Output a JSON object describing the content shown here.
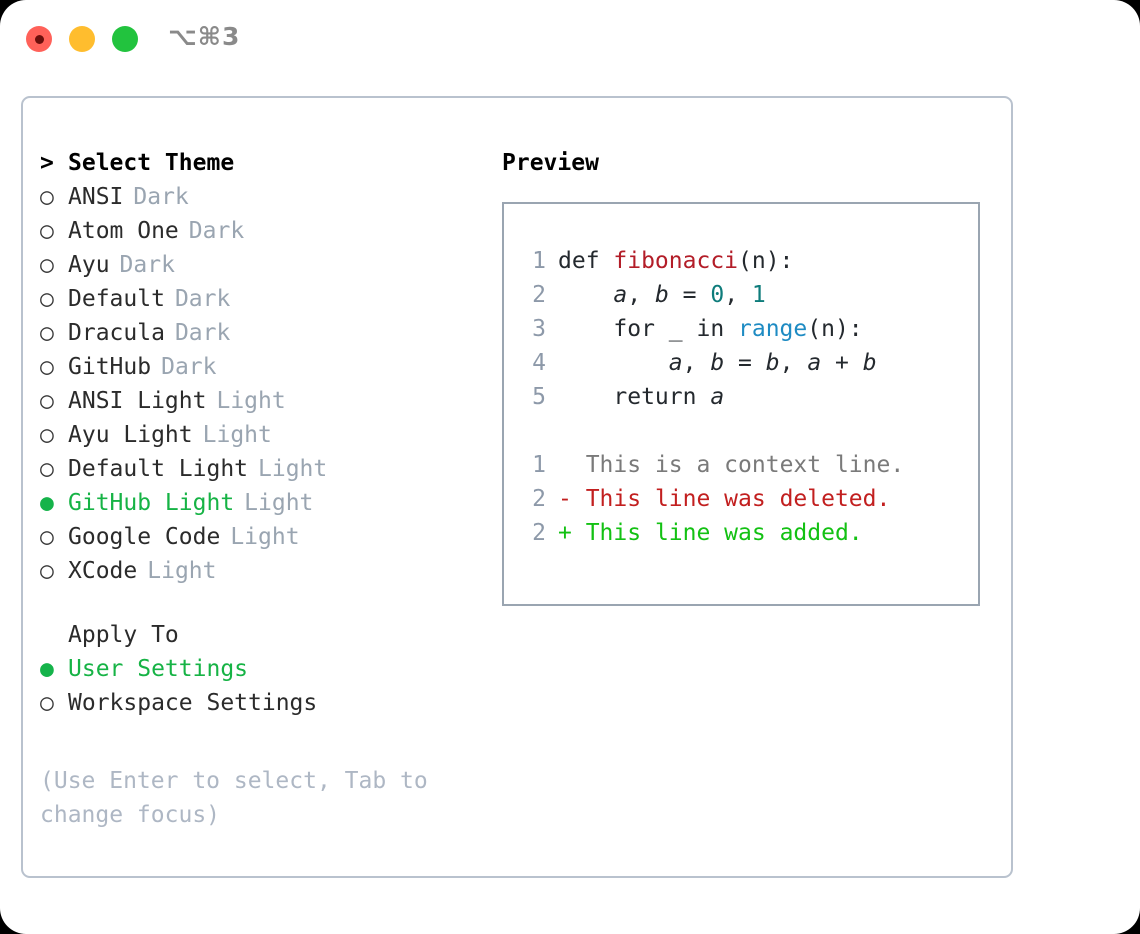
{
  "titlebar": {
    "shortcut": "⌥⌘3",
    "lights": [
      "red",
      "yellow",
      "green"
    ]
  },
  "left": {
    "header": {
      "caret": ">",
      "title": "Select Theme"
    },
    "marker_unselected": "○",
    "marker_selected": "●",
    "themes": [
      {
        "name": "ANSI",
        "variant": "Dark",
        "selected": false
      },
      {
        "name": "Atom One",
        "variant": "Dark",
        "selected": false
      },
      {
        "name": "Ayu",
        "variant": "Dark",
        "selected": false
      },
      {
        "name": "Default",
        "variant": "Dark",
        "selected": false
      },
      {
        "name": "Dracula",
        "variant": "Dark",
        "selected": false
      },
      {
        "name": "GitHub",
        "variant": "Dark",
        "selected": false
      },
      {
        "name": "ANSI Light",
        "variant": "Light",
        "selected": false
      },
      {
        "name": "Ayu Light",
        "variant": "Light",
        "selected": false
      },
      {
        "name": "Default Light",
        "variant": "Light",
        "selected": false
      },
      {
        "name": "GitHub Light",
        "variant": "Light",
        "selected": true
      },
      {
        "name": "Google Code",
        "variant": "Light",
        "selected": false
      },
      {
        "name": "XCode",
        "variant": "Light",
        "selected": false
      }
    ],
    "apply_to": {
      "heading": "Apply To",
      "options": [
        {
          "name": "User Settings",
          "selected": true
        },
        {
          "name": "Workspace Settings",
          "selected": false
        }
      ]
    },
    "hint": "(Use Enter to select, Tab to change focus)"
  },
  "right": {
    "label": "Preview",
    "code": [
      {
        "no": "1",
        "segments": [
          {
            "text": "def ",
            "cls": "code-text"
          },
          {
            "text": "fibonacci",
            "cls": "tok-fn"
          },
          {
            "text": "(n):",
            "cls": "code-text"
          }
        ]
      },
      {
        "no": "2",
        "segments": [
          {
            "text": "    ",
            "cls": "code-text"
          },
          {
            "text": "a",
            "cls": "tok-var"
          },
          {
            "text": ", ",
            "cls": "code-text"
          },
          {
            "text": "b",
            "cls": "tok-var"
          },
          {
            "text": " = ",
            "cls": "code-text"
          },
          {
            "text": "0",
            "cls": "tok-num"
          },
          {
            "text": ", ",
            "cls": "code-text"
          },
          {
            "text": "1",
            "cls": "tok-num"
          }
        ]
      },
      {
        "no": "3",
        "segments": [
          {
            "text": "    for _ in ",
            "cls": "code-text"
          },
          {
            "text": "range",
            "cls": "tok-builtin"
          },
          {
            "text": "(n):",
            "cls": "code-text"
          }
        ]
      },
      {
        "no": "4",
        "segments": [
          {
            "text": "        ",
            "cls": "code-text"
          },
          {
            "text": "a",
            "cls": "tok-var"
          },
          {
            "text": ", ",
            "cls": "code-text"
          },
          {
            "text": "b",
            "cls": "tok-var"
          },
          {
            "text": " = ",
            "cls": "code-text"
          },
          {
            "text": "b",
            "cls": "tok-var"
          },
          {
            "text": ", ",
            "cls": "code-text"
          },
          {
            "text": "a",
            "cls": "tok-var"
          },
          {
            "text": " + ",
            "cls": "code-text"
          },
          {
            "text": "b",
            "cls": "tok-var"
          }
        ]
      },
      {
        "no": "5",
        "segments": [
          {
            "text": "    return ",
            "cls": "code-text"
          },
          {
            "text": "a",
            "cls": "tok-var"
          }
        ]
      }
    ],
    "diff": [
      {
        "no": "1",
        "marker": " ",
        "text": " This is a context line.",
        "cls": "diff-ctx"
      },
      {
        "no": "2",
        "marker": "-",
        "text": " This line was deleted.",
        "cls": "diff-del"
      },
      {
        "no": "2",
        "marker": "+",
        "text": " This line was added.",
        "cls": "diff-add"
      }
    ]
  },
  "colors": {
    "accent_green": "#16b345",
    "muted": "#9aa5b1",
    "border": "#b9c2ce",
    "preview_border": "#9aa5b1",
    "diff_add": "#13c113",
    "diff_del": "#c21f1f",
    "fn": "#b31d28",
    "num": "#0e7c7b",
    "builtin": "#1e8bc3"
  }
}
